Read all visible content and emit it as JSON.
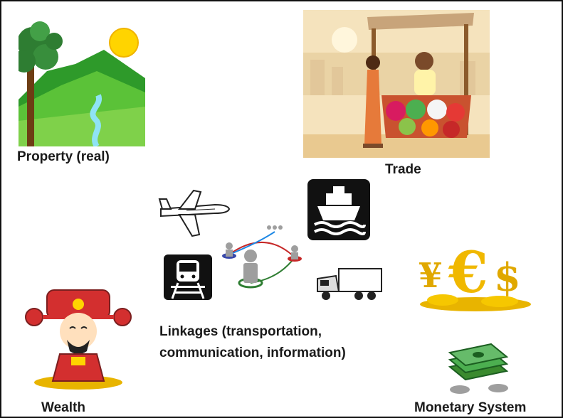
{
  "labels": {
    "property": "Property (real)",
    "trade": "Trade",
    "linkages_line1": "Linkages (transportation,",
    "linkages_line2": "communication, information)",
    "wealth": "Wealth",
    "monetary": "Monetary System"
  },
  "money_symbols": {
    "yen": "¥",
    "euro": "€",
    "dollar": "$"
  },
  "colors": {
    "sky_gold": "#f5e3bd",
    "grass": "#4caf2a",
    "dark_tree": "#2e7d32",
    "sun": "#ffd400",
    "ship_tile": "#111111",
    "money_green": "#3a8a2e",
    "gold": "#e8b400",
    "wealth_red": "#d32f2f"
  }
}
